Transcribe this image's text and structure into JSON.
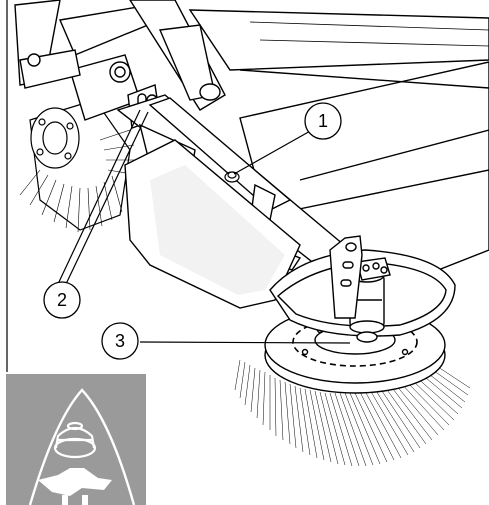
{
  "callouts": [
    {
      "label": "1"
    },
    {
      "label": "2"
    },
    {
      "label": "3"
    }
  ],
  "icon_panel": {
    "name": "adjust-knob-warning-icon",
    "background_color": "#9a9a9a",
    "line_color": "#ffffff"
  },
  "colors": {
    "line": "#000000",
    "fill": "#ffffff",
    "shadow": "#e6e6e6"
  }
}
